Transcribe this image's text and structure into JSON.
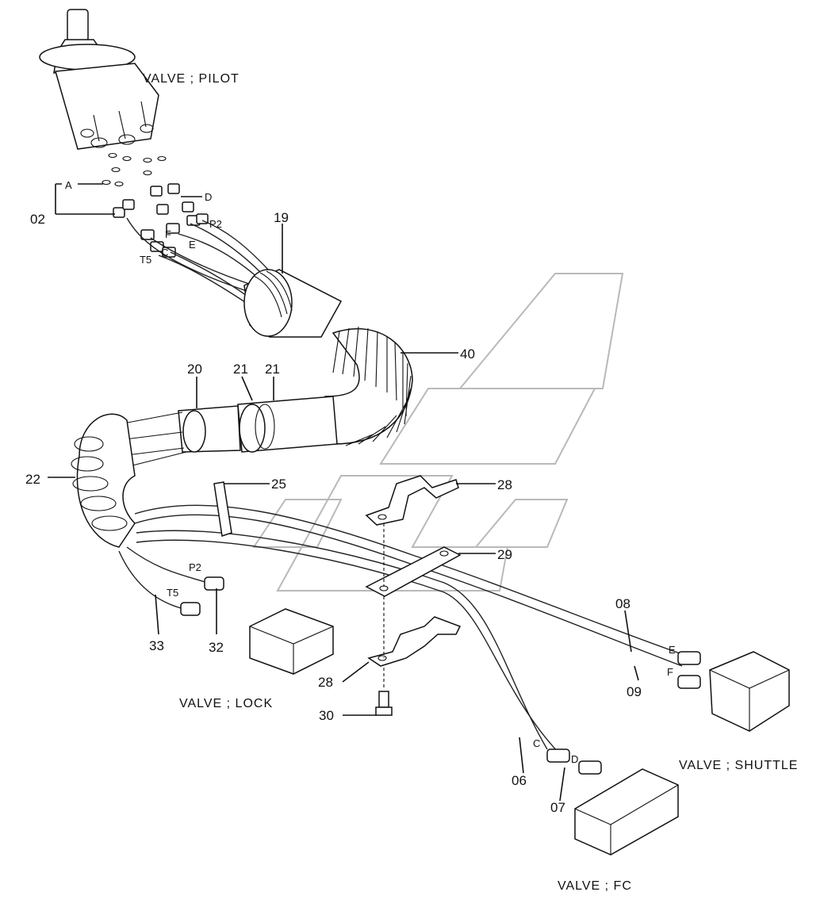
{
  "valve_labels": {
    "pilot": "VALVE ; PILOT",
    "lock": "VALVE ; LOCK",
    "shuttle": "VALVE ; SHUTTLE",
    "fc": "VALVE ; FC"
  },
  "part_numbers": {
    "p02": "02",
    "p19": "19",
    "p40": "40",
    "p20": "20",
    "p21a": "21",
    "p21b": "21",
    "p22": "22",
    "p25": "25",
    "p28a": "28",
    "p29": "29",
    "p28b": "28",
    "p30": "30",
    "p32": "32",
    "p33": "33",
    "p08": "08",
    "p09": "09",
    "p06": "06",
    "p07": "07"
  },
  "port_labels": {
    "a": "A",
    "d_top": "D",
    "p2_top": "P2",
    "f_top": "F",
    "e_top": "E",
    "c_top": "C",
    "t5_top": "T5",
    "p2_lock": "P2",
    "t5_lock": "T5",
    "e_shuttle": "E",
    "f_shuttle": "F",
    "c_fc": "C",
    "d_fc": "D"
  }
}
